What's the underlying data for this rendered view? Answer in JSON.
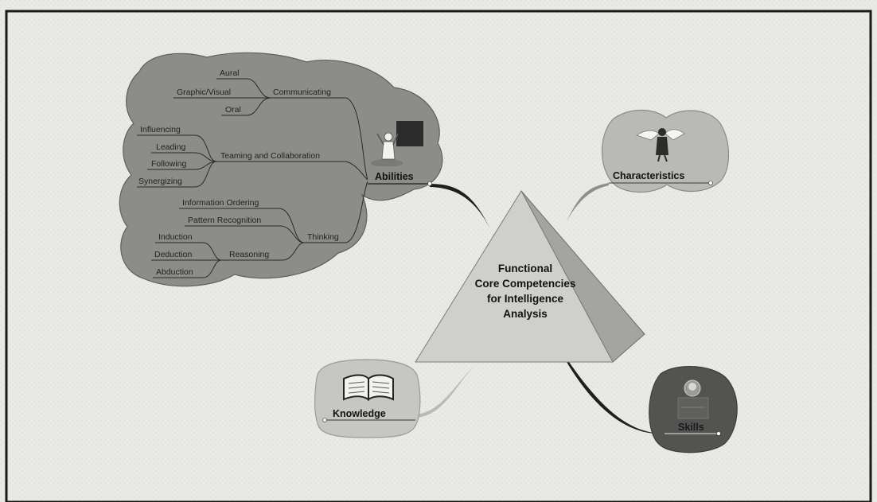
{
  "diagram": {
    "center": {
      "lines": [
        "Functional",
        "Core Competencies",
        "for Intelligence",
        "Analysis"
      ]
    },
    "nodes": {
      "abilities": "Abilities",
      "characteristics": "Characteristics",
      "knowledge": "Knowledge",
      "skills": "Skills"
    },
    "abilities_branches": {
      "communicating": {
        "label": "Communicating",
        "children": [
          "Aural",
          "Graphic/Visual",
          "Oral"
        ]
      },
      "teaming": {
        "label": "Teaming and Collaboration",
        "children": [
          "Influencing",
          "Leading",
          "Following",
          "Synergizing"
        ]
      },
      "thinking": {
        "label": "Thinking",
        "children": [
          "Information Ordering",
          "Pattern Recognition"
        ]
      },
      "reasoning": {
        "label": "Reasoning",
        "children": [
          "Induction",
          "Deduction",
          "Abduction"
        ]
      }
    },
    "colors": {
      "background": "#e9e9e6",
      "frame": "#1a1a1a",
      "abilities_cloud": "#8c8c88",
      "characteristics_bubble": "#b9b9b5",
      "knowledge_bubble": "#c6c6c2",
      "skills_bubble": "#535352",
      "pyramid_front": "#cfcfcb",
      "pyramid_side": "#a4a4a0",
      "connector": "#1e1e1e"
    },
    "icons": {
      "abilities": "figure-with-square-icon",
      "characteristics": "flying-figure-icon",
      "knowledge": "open-book-icon",
      "skills": "person-at-board-icon"
    }
  }
}
